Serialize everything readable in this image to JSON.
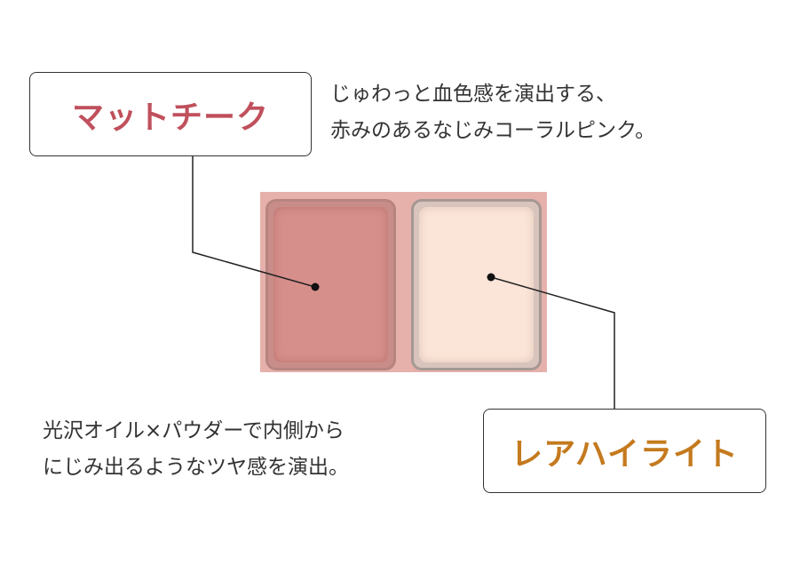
{
  "matte_cheek": {
    "label": "マットチーク",
    "label_color": "#c0505c",
    "description_lines": [
      "じゅわっと血色感を演出する、",
      "赤みのあるなじみコーラルピンク。"
    ]
  },
  "rare_highlight": {
    "label": "レアハイライト",
    "label_color": "#c47a1e",
    "description_lines": [
      "光沢オイル×パウダーで内側から",
      "にじみ出るようなツヤ感を演出。"
    ]
  },
  "palette": {
    "left_pan_color": "#d78f8b",
    "right_pan_color": "#fbe5d8",
    "case_color": "#e6b1ab"
  }
}
